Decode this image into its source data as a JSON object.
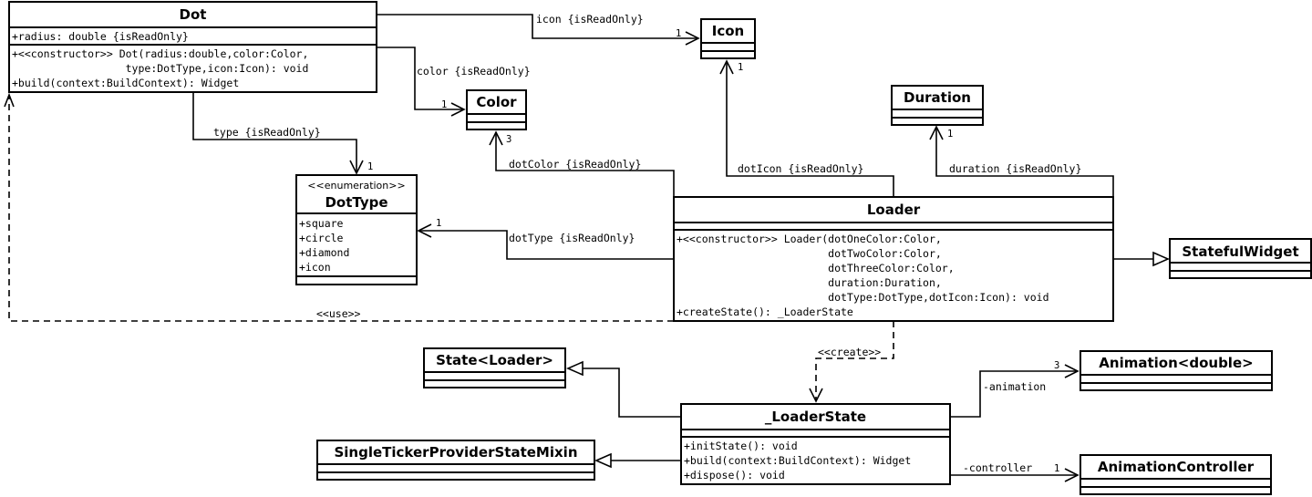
{
  "classes": {
    "dot": {
      "name": "Dot",
      "attributes": [
        "+radius: double {isReadOnly}"
      ],
      "operations": [
        "+<<constructor>> Dot(radius:double,color:Color,",
        "                  type:DotType,icon:Icon): void",
        "+build(context:BuildContext): Widget"
      ]
    },
    "icon": {
      "name": "Icon"
    },
    "color": {
      "name": "Color"
    },
    "duration": {
      "name": "Duration"
    },
    "dot_type": {
      "stereotype": "<<enumeration>>",
      "name": "DotType",
      "literals": [
        "+square",
        "+circle",
        "+diamond",
        "+icon"
      ]
    },
    "loader": {
      "name": "Loader",
      "operations": [
        "+<<constructor>> Loader(dotOneColor:Color,",
        "                        dotTwoColor:Color,",
        "                        dotThreeColor:Color,",
        "                        duration:Duration,",
        "                        dotType:DotType,dotIcon:Icon): void",
        "+createState(): _LoaderState"
      ]
    },
    "stateful_widget": {
      "name": "StatefulWidget"
    },
    "state_loader": {
      "name": "State<Loader>"
    },
    "loader_state": {
      "name": "_LoaderState",
      "operations": [
        "+initState(): void",
        "+build(context:BuildContext): Widget",
        "+dispose(): void"
      ]
    },
    "single_ticker": {
      "name": "SingleTickerProviderStateMixin"
    },
    "animation": {
      "name": "Animation<double>"
    },
    "animation_controller": {
      "name": "AnimationController"
    }
  },
  "relations": {
    "dot_icon": {
      "label": "icon {isReadOnly}",
      "multiplicity": "1"
    },
    "dot_color": {
      "label": "color {isReadOnly}",
      "multiplicity": "1"
    },
    "dot_type": {
      "label": "type {isReadOnly}",
      "multiplicity": "1"
    },
    "loader_icon": {
      "label": "dotIcon {isReadOnly}",
      "multiplicity": "1"
    },
    "loader_color": {
      "label": "dotColor {isReadOnly}",
      "multiplicity": "3"
    },
    "loader_duration": {
      "label": "duration {isReadOnly}",
      "multiplicity": "1"
    },
    "loader_dottype": {
      "label": "dotType {isReadOnly}",
      "multiplicity": "1"
    },
    "loader_uses_dot": {
      "label": "<<use>>"
    },
    "loader_creates_state": {
      "label": "<<create>>"
    },
    "state_animation": {
      "label": "-animation",
      "multiplicity": "3"
    },
    "state_controller": {
      "label": "-controller",
      "multiplicity": "1"
    }
  }
}
